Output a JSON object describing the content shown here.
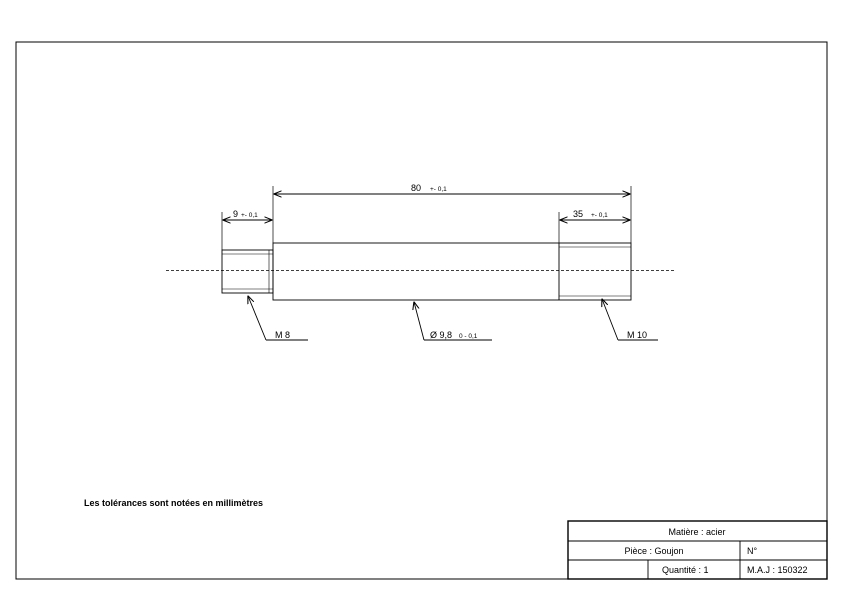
{
  "dimensions": {
    "overall_length": {
      "value": "80",
      "tolerance": "+- 0,1"
    },
    "left_thread_length": {
      "value": "9",
      "tolerance": "+- 0,1"
    },
    "right_thread_length": {
      "value": "35",
      "tolerance": "+- 0,1"
    }
  },
  "callouts": {
    "left_thread": "M 8",
    "diameter": {
      "value": "Ø 9,8",
      "tolerance": "0 - 0,1"
    },
    "right_thread": "M 10"
  },
  "note": "Les tolérances sont notées en millimètres",
  "title_block": {
    "material": "Matière : acier",
    "part": "Pièce : Goujon",
    "number_label": "N°",
    "quantity": "Quantité : 1",
    "revision": "M.A.J : 150322"
  }
}
